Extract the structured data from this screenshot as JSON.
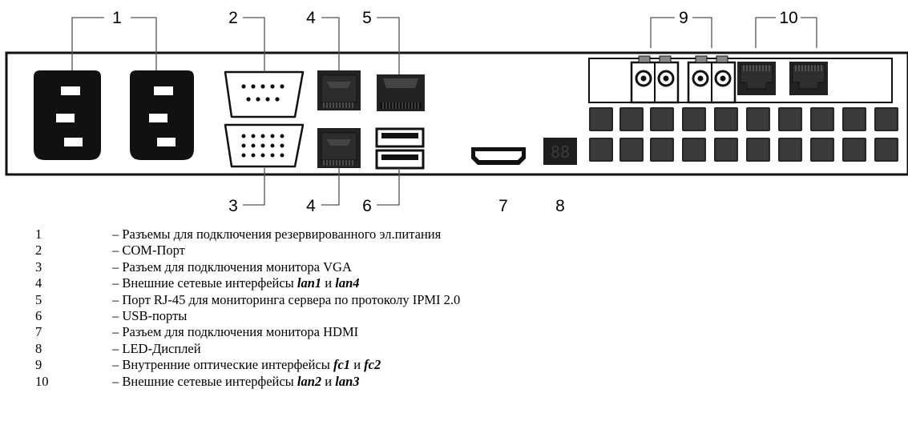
{
  "callouts": [
    "1",
    "2",
    "3",
    "4",
    "5",
    "6",
    "7",
    "8",
    "9",
    "10"
  ],
  "led_display": "88",
  "legend": [
    {
      "num": "1",
      "parts": [
        "– Разъемы для подключения резервированного эл.питания"
      ]
    },
    {
      "num": "2",
      "parts": [
        "– COM-Порт"
      ]
    },
    {
      "num": "3",
      "parts": [
        "– Разъем для подключения монитора VGA"
      ]
    },
    {
      "num": "4",
      "parts": [
        "– Внешние сетевые интерфейсы ",
        "lan1",
        " и ",
        "lan4"
      ]
    },
    {
      "num": "5",
      "parts": [
        "– Порт RJ-45 для мониторинга сервера по протоколу IPMI 2.0"
      ]
    },
    {
      "num": "6",
      "parts": [
        "– USB-порты"
      ]
    },
    {
      "num": "7",
      "parts": [
        "– Разъем для подключения монитора HDMI"
      ]
    },
    {
      "num": "8",
      "parts": [
        "– LED-Дисплей"
      ]
    },
    {
      "num": "9",
      "parts": [
        "– Внутренние оптические интерфейсы ",
        "fc1",
        " и ",
        "fc2"
      ]
    },
    {
      "num": "10",
      "parts": [
        "– Внешние сетевые интерфейсы ",
        "lan2",
        " и ",
        "lan3"
      ]
    }
  ]
}
